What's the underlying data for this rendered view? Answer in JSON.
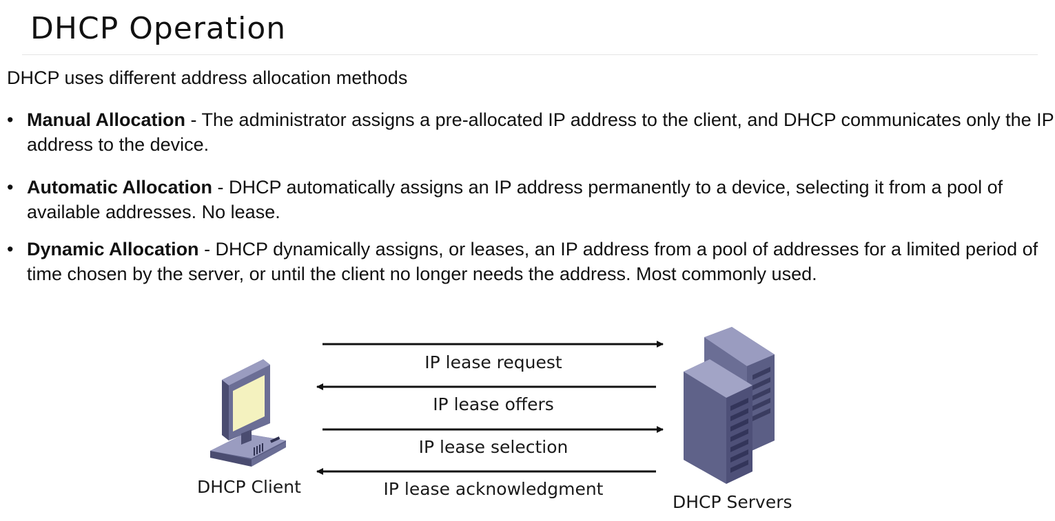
{
  "slide": {
    "title": "DHCP Operation",
    "intro": "DHCP uses different address allocation  methods"
  },
  "bullets": [
    {
      "term": "Manual Allocation",
      "text": " - The administrator assigns a pre-allocated IP address to the client, and DHCP communicates only the IP address to the device."
    },
    {
      "term": "Automatic Allocation",
      "text": " - DHCP automatically assigns an IP address permanently to a device, selecting it from a pool of available addresses. No lease."
    },
    {
      "term": "Dynamic Allocation",
      "text": " - DHCP dynamically assigns, or leases, an IP address from a pool of addresses for a limited period of time chosen by the server, or until the client no longer needs the address. Most commonly used."
    }
  ],
  "diagram": {
    "client_label": "DHCP Client",
    "server_label": "DHCP Servers",
    "messages": [
      {
        "label": "IP lease request",
        "direction": "to-server"
      },
      {
        "label": "IP lease offers",
        "direction": "to-client"
      },
      {
        "label": "IP lease selection",
        "direction": "to-server"
      },
      {
        "label": "IP lease acknowledgment",
        "direction": "to-client"
      }
    ],
    "colors": {
      "device_body": "#6b6e95",
      "device_light": "#9a9cc0",
      "device_dark": "#4a4c70",
      "screen": "#f4f2bf",
      "arrow": "#111111"
    }
  }
}
